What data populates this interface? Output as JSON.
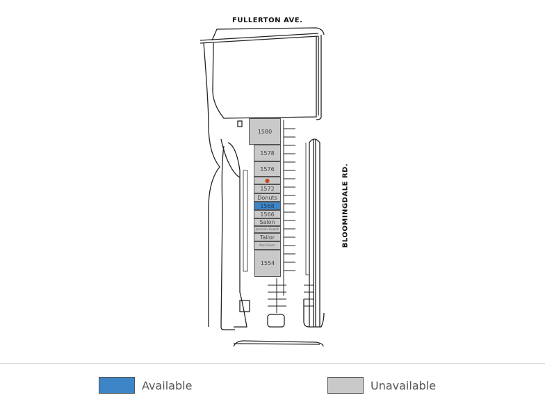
{
  "streets": {
    "north": "FULLERTON  AVE.",
    "east": "BLOOMINGDALE  RD."
  },
  "units": [
    {
      "label": "1580",
      "status": "unavailable"
    },
    {
      "label": "1578",
      "status": "unavailable"
    },
    {
      "label": "1576",
      "status": "unavailable"
    },
    {
      "label": "",
      "status": "unavailable",
      "icon": "logo-icon"
    },
    {
      "label": "1572",
      "status": "unavailable"
    },
    {
      "label": "Donuts",
      "status": "unavailable"
    },
    {
      "label": "1568",
      "status": "available"
    },
    {
      "label": "1566",
      "status": "unavailable"
    },
    {
      "label": "Salon",
      "status": "unavailable"
    },
    {
      "label": "Jackson Hewitt",
      "status": "unavailable"
    },
    {
      "label": "Tailor",
      "status": "unavailable"
    },
    {
      "label": "Nail Salon",
      "status": "unavailable"
    },
    {
      "label": "1554",
      "status": "unavailable"
    }
  ],
  "legend": {
    "available": {
      "label": "Available",
      "color": "#3d85c6"
    },
    "unavailable": {
      "label": "Unavailable",
      "color": "#c9c9c9"
    }
  }
}
